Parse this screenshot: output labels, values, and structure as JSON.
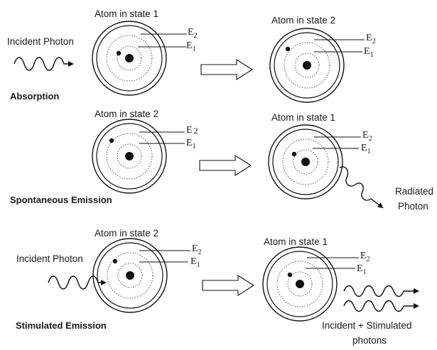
{
  "rows": [
    {
      "process": "Absorption",
      "incident": "Incident Photon",
      "before": {
        "title": "Atom in state 1",
        "e2": "E",
        "e2_sub": "2",
        "e1": "E",
        "e1_sub": "1"
      },
      "after": {
        "title": "Atom in state 2",
        "e2": "E",
        "e2_sub": "2",
        "e1": "E",
        "e1_sub": "1"
      }
    },
    {
      "process": "Spontaneous Emission",
      "before": {
        "title": "Atom in state 2",
        "e2": "E",
        "e2_sub": "2",
        "e1": "E",
        "e1_sub": "1"
      },
      "after": {
        "title": "Atom in state 1",
        "e2": "E",
        "e2_sub": "2",
        "e1": "E",
        "e1_sub": "1"
      },
      "radiated_line1": "Radiated",
      "radiated_line2": "Photon"
    },
    {
      "process": "Stimulated Emission",
      "incident": "Incident Photon",
      "before": {
        "title": "Atom in state 2",
        "e2": "E",
        "e2_sub": "2",
        "e1": "E",
        "e1_sub": "1"
      },
      "after": {
        "title": "Atom in state 1",
        "e2": "E",
        "e2_sub": "2",
        "e1": "E",
        "e1_sub": "1"
      },
      "outgoing_line1": "Incident + Stimulated",
      "outgoing_line2": "photons"
    }
  ]
}
